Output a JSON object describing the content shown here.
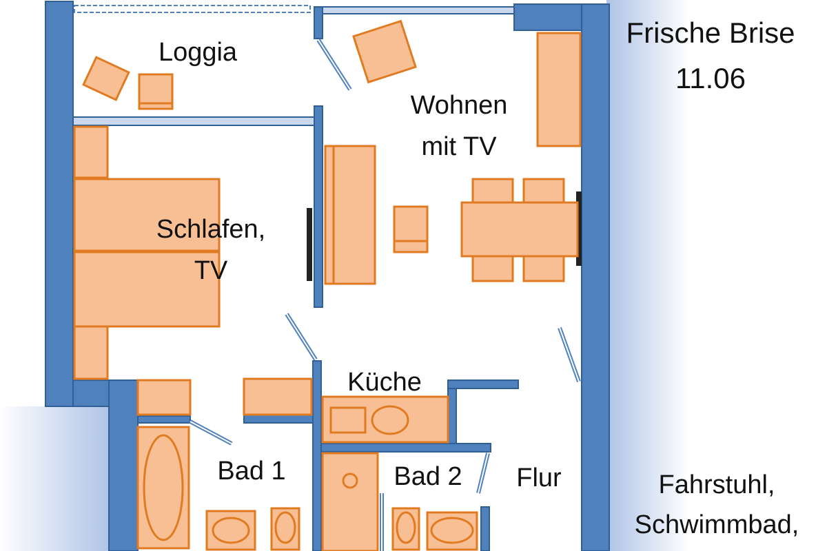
{
  "title": {
    "line1": "Frische Brise",
    "line2": "11.06"
  },
  "footer_note": {
    "line1": "Fahrstuhl,",
    "line2": "Schwimmbad,"
  },
  "rooms": {
    "loggia": "Loggia",
    "wohnen_1": "Wohnen",
    "wohnen_2": "mit TV",
    "schlafen_1": "Schlafen,",
    "schlafen_2": "TV",
    "kueche": "Küche",
    "bad1": "Bad 1",
    "bad2": "Bad 2",
    "flur": "Flur"
  },
  "colors": {
    "wall": "#4F81BD",
    "wall_edge": "#2F5F96",
    "furniture_fill": "#F9BF94",
    "furniture_stroke": "#E07B22",
    "background_gradient": "#AEC3E6",
    "door_stroke": "#4F81BD"
  }
}
